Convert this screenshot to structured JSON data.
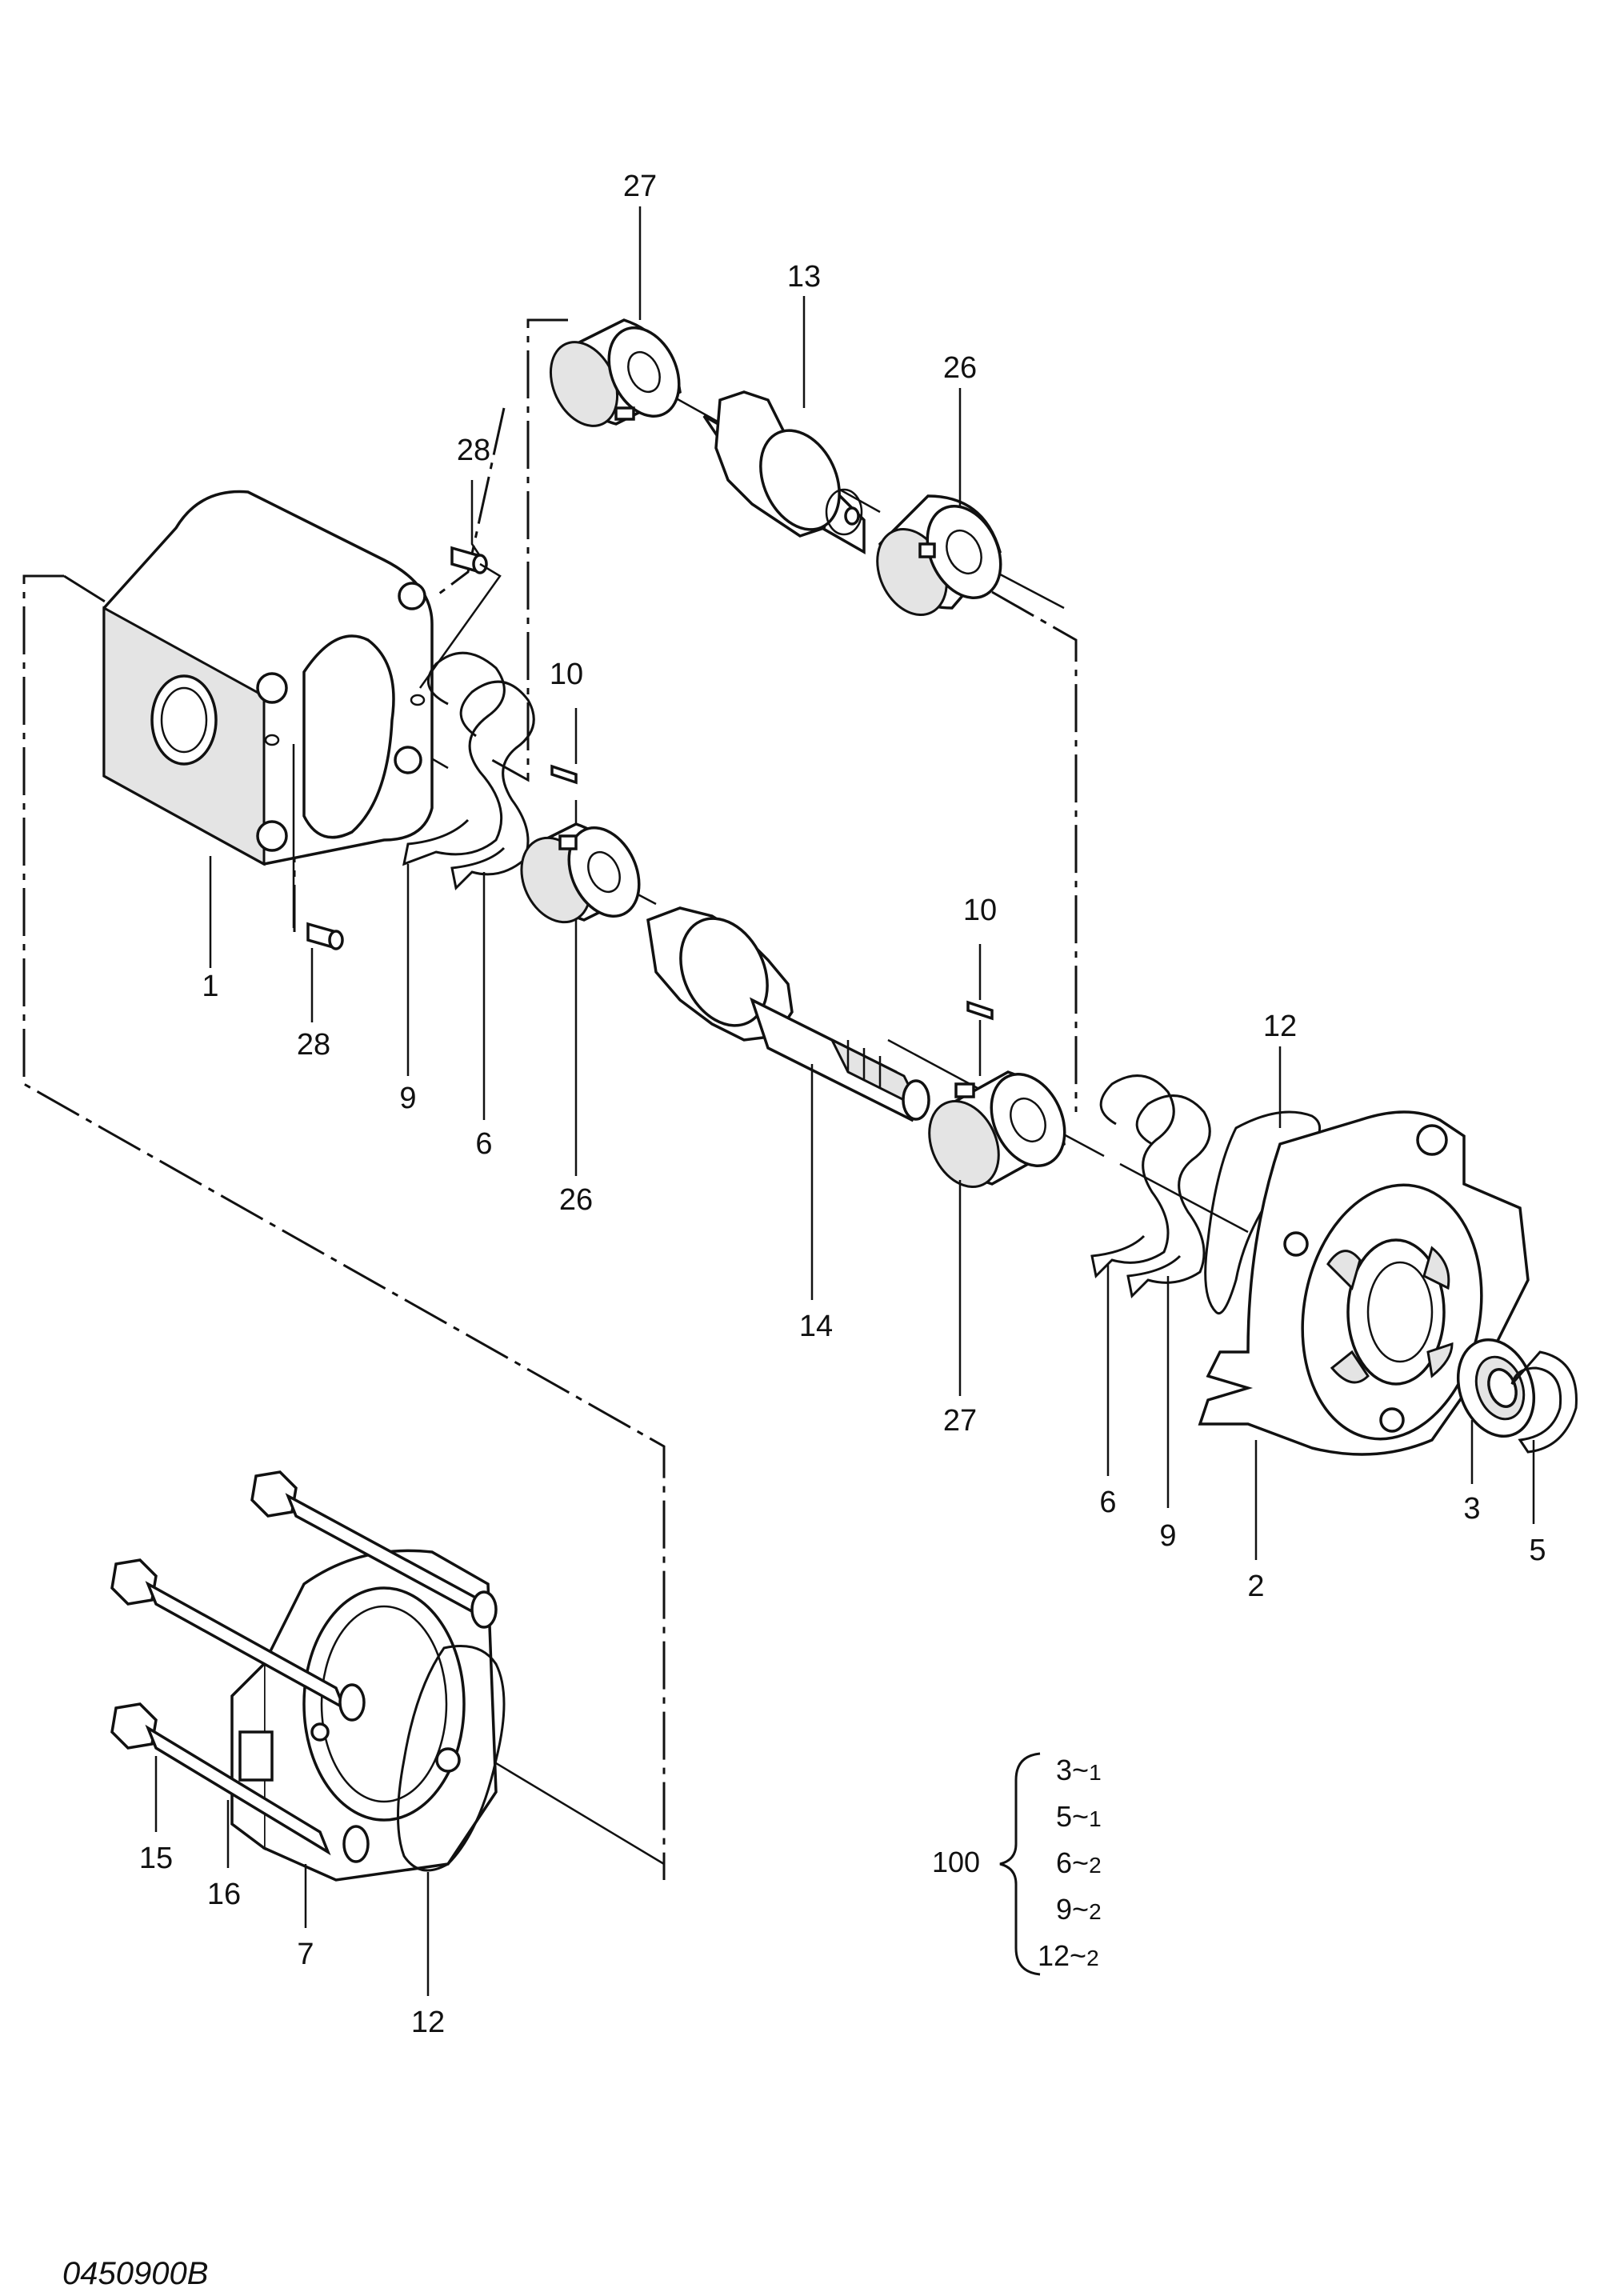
{
  "parts": {
    "p1": "1",
    "p2": "2",
    "p3": "3",
    "p5": "5",
    "p6a": "6",
    "p6b": "6",
    "p7": "7",
    "p9a": "9",
    "p9b": "9",
    "p10a": "10",
    "p10b": "10",
    "p12a": "12",
    "p12b": "12",
    "p13": "13",
    "p14": "14",
    "p15": "15",
    "p16": "16",
    "p26a": "26",
    "p26b": "26",
    "p27a": "27",
    "p27b": "27",
    "p28a": "28",
    "p28b": "28"
  },
  "kit": {
    "label": "100",
    "items": [
      {
        "part": "3",
        "qty": "1"
      },
      {
        "part": "5",
        "qty": "1"
      },
      {
        "part": "6",
        "qty": "2"
      },
      {
        "part": "9",
        "qty": "2"
      },
      {
        "part": "12",
        "qty": "2"
      }
    ],
    "separator": "~"
  },
  "drawing_code": "0450900B"
}
